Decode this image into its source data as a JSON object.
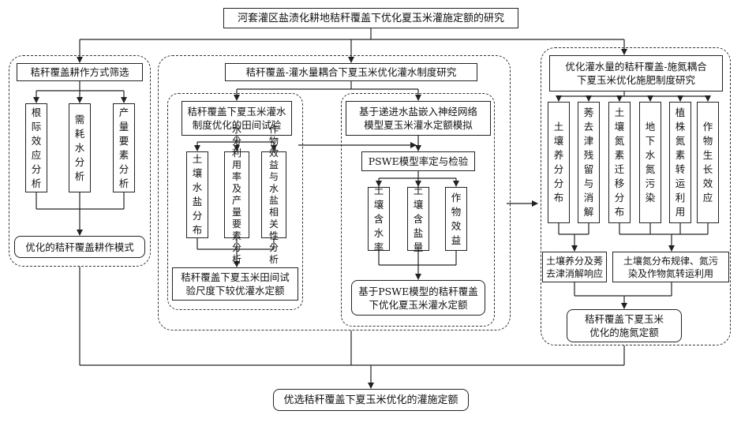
{
  "title": "河套灌区盐渍化耕地秸秆覆盖下优化夏玉米灌施定额的研究",
  "left": {
    "header": "秸秆覆盖耕作方式筛选",
    "items": [
      "根际效应分析",
      "需耗水分析",
      "产量要素分析"
    ],
    "result": "优化的秸秆覆盖耕作模式"
  },
  "middle": {
    "header": "秸秆覆盖-灌水量耦合下夏玉米优化灌水制度研究",
    "field": {
      "header_line1": "秸秆覆盖下夏玉米灌水",
      "header_line2": "制度优化的田间试验",
      "items": [
        "土壤水盐分布",
        "水分利用率及产量要素分析",
        "作物效益与水盐相关性分析"
      ],
      "result_line1": "秸秆覆盖下夏玉米田间试",
      "result_line2": "验尺度下较优灌水定额"
    },
    "model": {
      "header_line1": "基于递进水盐嵌入神经网络",
      "header_line2": "模型夏玉米灌水定额模拟",
      "calib": "PSWE模型率定与检验",
      "items": [
        "土壤含水率",
        "土壤含盐量",
        "作物效益"
      ],
      "result_line1": "基于PSWE模型的秸秆覆盖",
      "result_line2": "下优化夏玉米灌水定额"
    }
  },
  "right": {
    "header_line1": "优化灌水量的秸秆覆盖-施氮耦合",
    "header_line2": "下夏玉米优化施肥制度研究",
    "items": [
      "土壤养分分布",
      "莠去津残留与消解",
      "土壤氮素迁移分布",
      "地下水氮污染",
      "植株氮素转运利用",
      "作物生长效应"
    ],
    "response1_line1": "土壤养分及莠",
    "response1_line2": "去津消解响应",
    "response2_line1": "土壤氮分布规律、氮污",
    "response2_line2": "染及作物氮转运利用",
    "result_line1": "秸秆覆盖下夏玉米",
    "result_line2": "优化的施氮定额"
  },
  "final": "优选秸秆覆盖下夏玉米优化的灌施定额"
}
